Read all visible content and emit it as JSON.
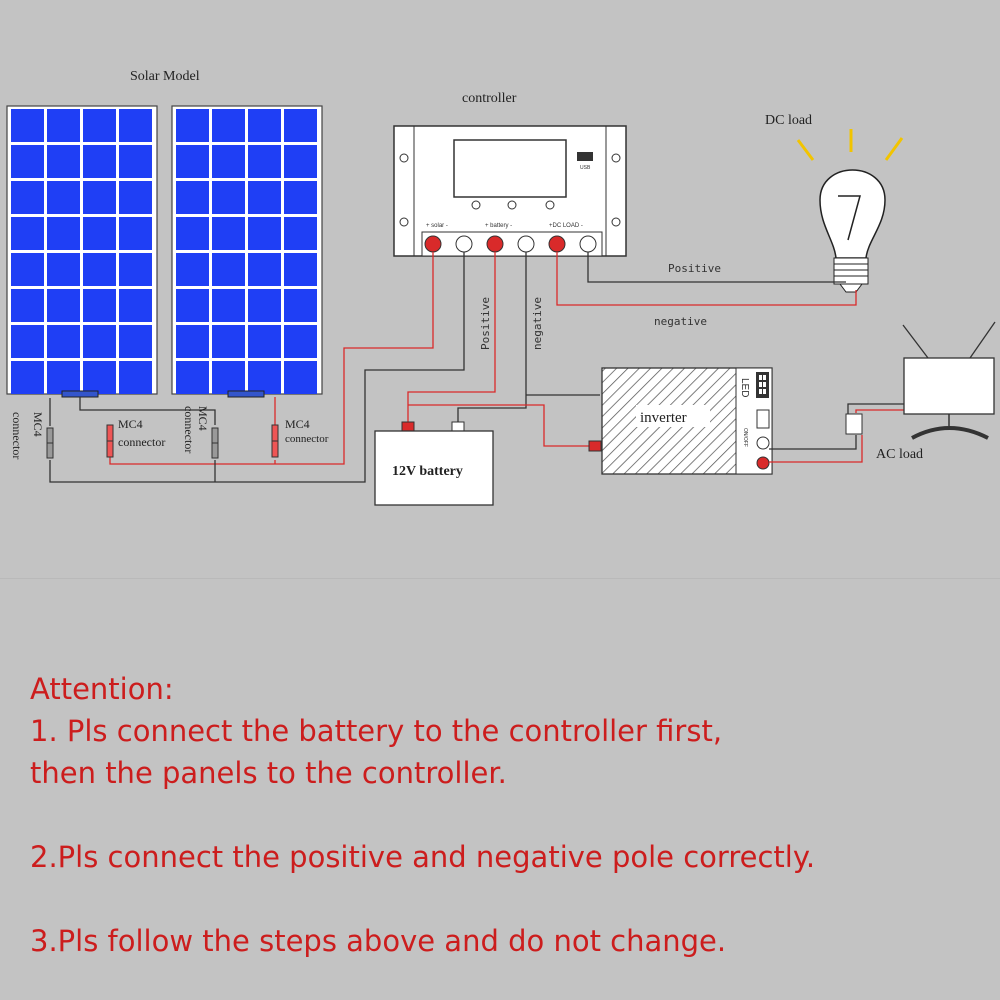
{
  "diagram": {
    "solar_title": "Solar Model",
    "controller_title": "controller",
    "dc_load": "DC load",
    "ac_load": "AC load",
    "usb": "USB",
    "terminal_solar": "+ solar -",
    "terminal_battery": "+ battery -",
    "terminal_load": "+DC LOAD -",
    "positive_h": "Positive",
    "negative_h": "negative",
    "positive_v": "Positive",
    "negative_v": "negative",
    "mc4_1": "MC4",
    "connector_1": "connector",
    "mc4_2": "MC4",
    "connector_2": "connector",
    "mc4_3": "MC4",
    "connector_3": "connector",
    "mc4_4": "MC4",
    "connector_4": "connector",
    "battery": "12V battery",
    "inverter": "inverter",
    "led": "LED",
    "inverter_side": "ON/OFF",
    "colors": {
      "panel_cell": "#1f3ff5",
      "wire_red": "#d92a2a",
      "wire_black": "#333333",
      "background": "#c3c3c3"
    }
  },
  "attention": {
    "title": "Attention:",
    "line1": "1. Pls connect the battery to the controller first,",
    "line2": "then the panels to the controller.",
    "line3": "2.Pls connect the positive and negative pole correctly.",
    "line4": "3.Pls follow the steps above and do not change."
  }
}
